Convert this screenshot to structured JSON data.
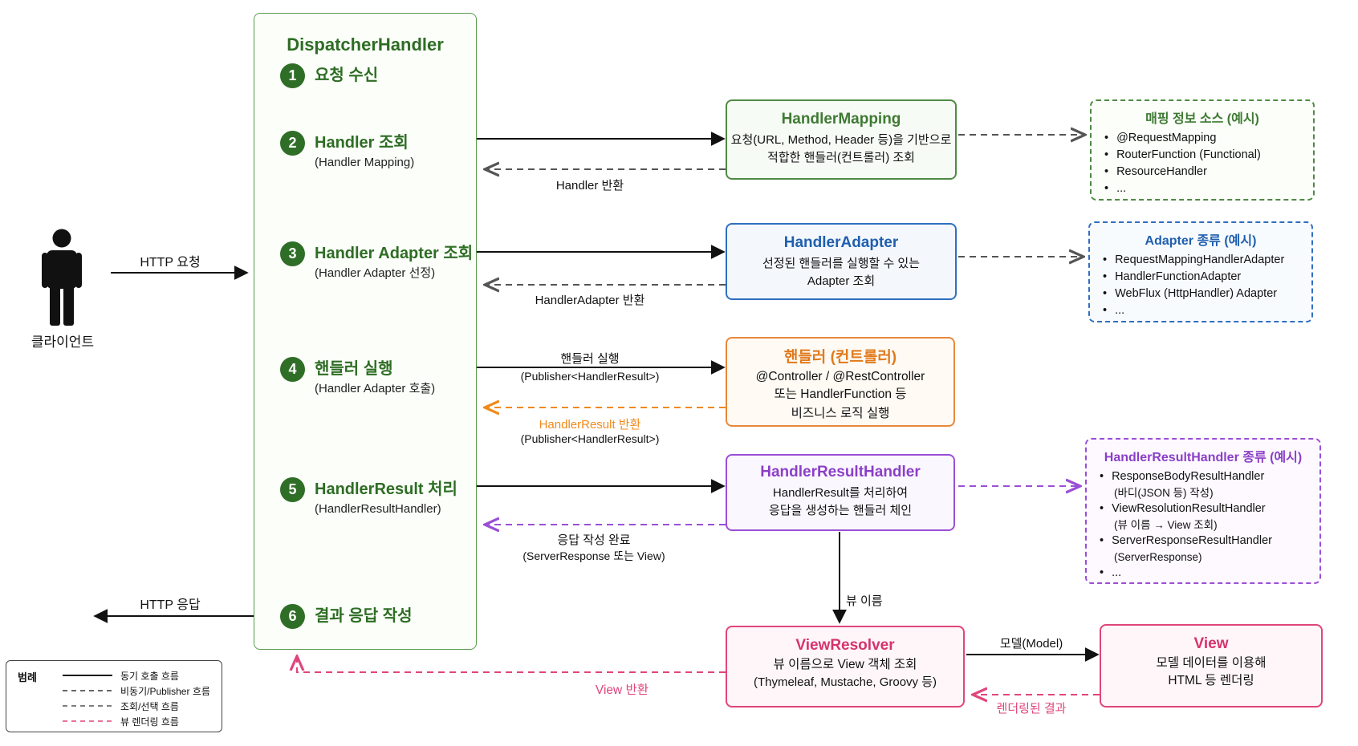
{
  "client": {
    "label": "클라이언트"
  },
  "http_request_label": "HTTP 요청",
  "http_response_label": "HTTP 응답",
  "dispatcher": {
    "title": "DispatcherHandler",
    "steps": [
      {
        "num": "1",
        "title": "요청 수신",
        "sub": ""
      },
      {
        "num": "2",
        "title": "Handler 조회",
        "sub": "(Handler Mapping)"
      },
      {
        "num": "3",
        "title": "Handler Adapter 조회",
        "sub": "(Handler Adapter 선정)"
      },
      {
        "num": "4",
        "title": "핸들러 실행",
        "sub": "(Handler Adapter 호출)"
      },
      {
        "num": "5",
        "title": "HandlerResult 처리",
        "sub": "(HandlerResultHandler)"
      },
      {
        "num": "6",
        "title": "결과 응답 작성",
        "sub": ""
      }
    ]
  },
  "handler_mapping": {
    "title": "HandlerMapping",
    "desc1": "요청(URL, Method, Header 등)을 기반으로",
    "desc2": "적합한 핸들러(컨트롤러) 조회",
    "return_label": "Handler 반환",
    "color": "#3e7a33"
  },
  "handler_adapter": {
    "title": "HandlerAdapter",
    "desc1": "선정된 핸들러를 실행할 수 있는",
    "desc2": "Adapter 조회",
    "return_label": "HandlerAdapter 반환",
    "color": "#1f5fae"
  },
  "handler": {
    "title": "핸들러 (컨트롤러)",
    "desc1": "@Controller / @RestController",
    "desc2": "또는 HandlerFunction 등",
    "desc3": "비즈니스 로직 실행",
    "call_label1": "핸들러 실행",
    "call_label2": "(Publisher<HandlerResult>)",
    "return_label1": "HandlerResult 반환",
    "return_label2": "(Publisher<HandlerResult>)",
    "color": "#e07a1c"
  },
  "handler_result_handler": {
    "title": "HandlerResultHandler",
    "desc1": "HandlerResult를 처리하여",
    "desc2": "응답을 생성하는 핸들러 체인",
    "return_label1": "응답 작성 완료",
    "return_label2": "(ServerResponse 또는 View)",
    "view_name_label": "뷰 이름",
    "color": "#8b3fc7"
  },
  "view_resolver": {
    "title": "ViewResolver",
    "desc1": "뷰 이름으로 View 객체 조회",
    "desc2": "(Thymeleaf, Mustache, Groovy 등)",
    "return_label": "View 반환",
    "model_label": "모델(Model)",
    "color": "#d6336c"
  },
  "view": {
    "title": "View",
    "desc1": "모델 데이터를 이용해",
    "desc2": "HTML 등 렌더링",
    "return_label": "렌더링된 결과"
  },
  "mapping_sources": {
    "title": "매핑 정보 소스 (예시)",
    "items": [
      "@RequestMapping",
      "RouterFunction (Functional)",
      "ResourceHandler",
      "..."
    ]
  },
  "adapter_types": {
    "title": "Adapter 종류 (예시)",
    "items": [
      "RequestMappingHandlerAdapter",
      "HandlerFunctionAdapter",
      "WebFlux (HttpHandler) Adapter",
      "..."
    ]
  },
  "result_handler_types": {
    "title": "HandlerResultHandler 종류 (예시)",
    "items": [
      "ResponseBodyResultHandler",
      "(바디(JSON 등) 작성)",
      "ViewResolutionResultHandler",
      "(뷰 이름 → View 조회)",
      "ServerResponseResultHandler",
      "(ServerResponse)",
      "..."
    ]
  },
  "legend": {
    "title": "범례",
    "sync": "동기 호출 흐름",
    "async": "비동기/Publisher 흐름",
    "lookup": "조회/선택 흐름",
    "render": "뷰 렌더링 흐름"
  }
}
